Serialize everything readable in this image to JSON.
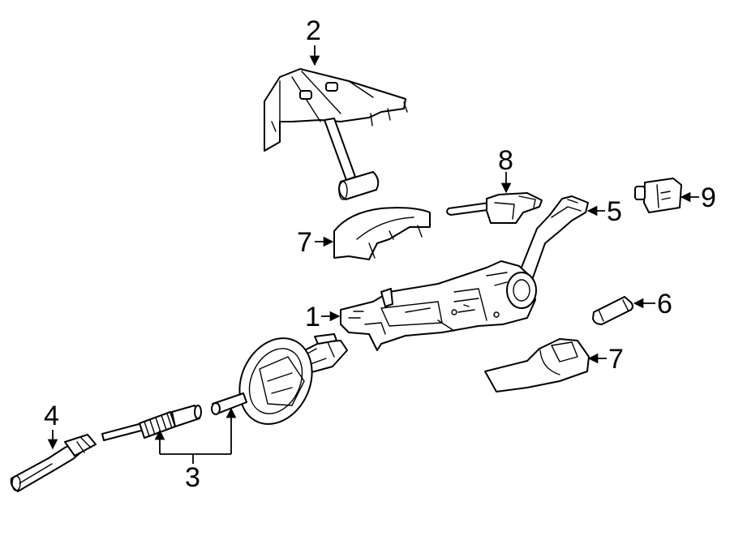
{
  "diagram": {
    "callouts": [
      {
        "id": "1",
        "label": "1"
      },
      {
        "id": "2",
        "label": "2"
      },
      {
        "id": "3",
        "label": "3"
      },
      {
        "id": "4",
        "label": "4"
      },
      {
        "id": "5",
        "label": "5"
      },
      {
        "id": "6",
        "label": "6"
      },
      {
        "id": "7a",
        "label": "7"
      },
      {
        "id": "7b",
        "label": "7"
      },
      {
        "id": "8",
        "label": "8"
      },
      {
        "id": "9",
        "label": "9"
      }
    ],
    "colors": {
      "line": "#000000",
      "background": "#ffffff"
    }
  }
}
